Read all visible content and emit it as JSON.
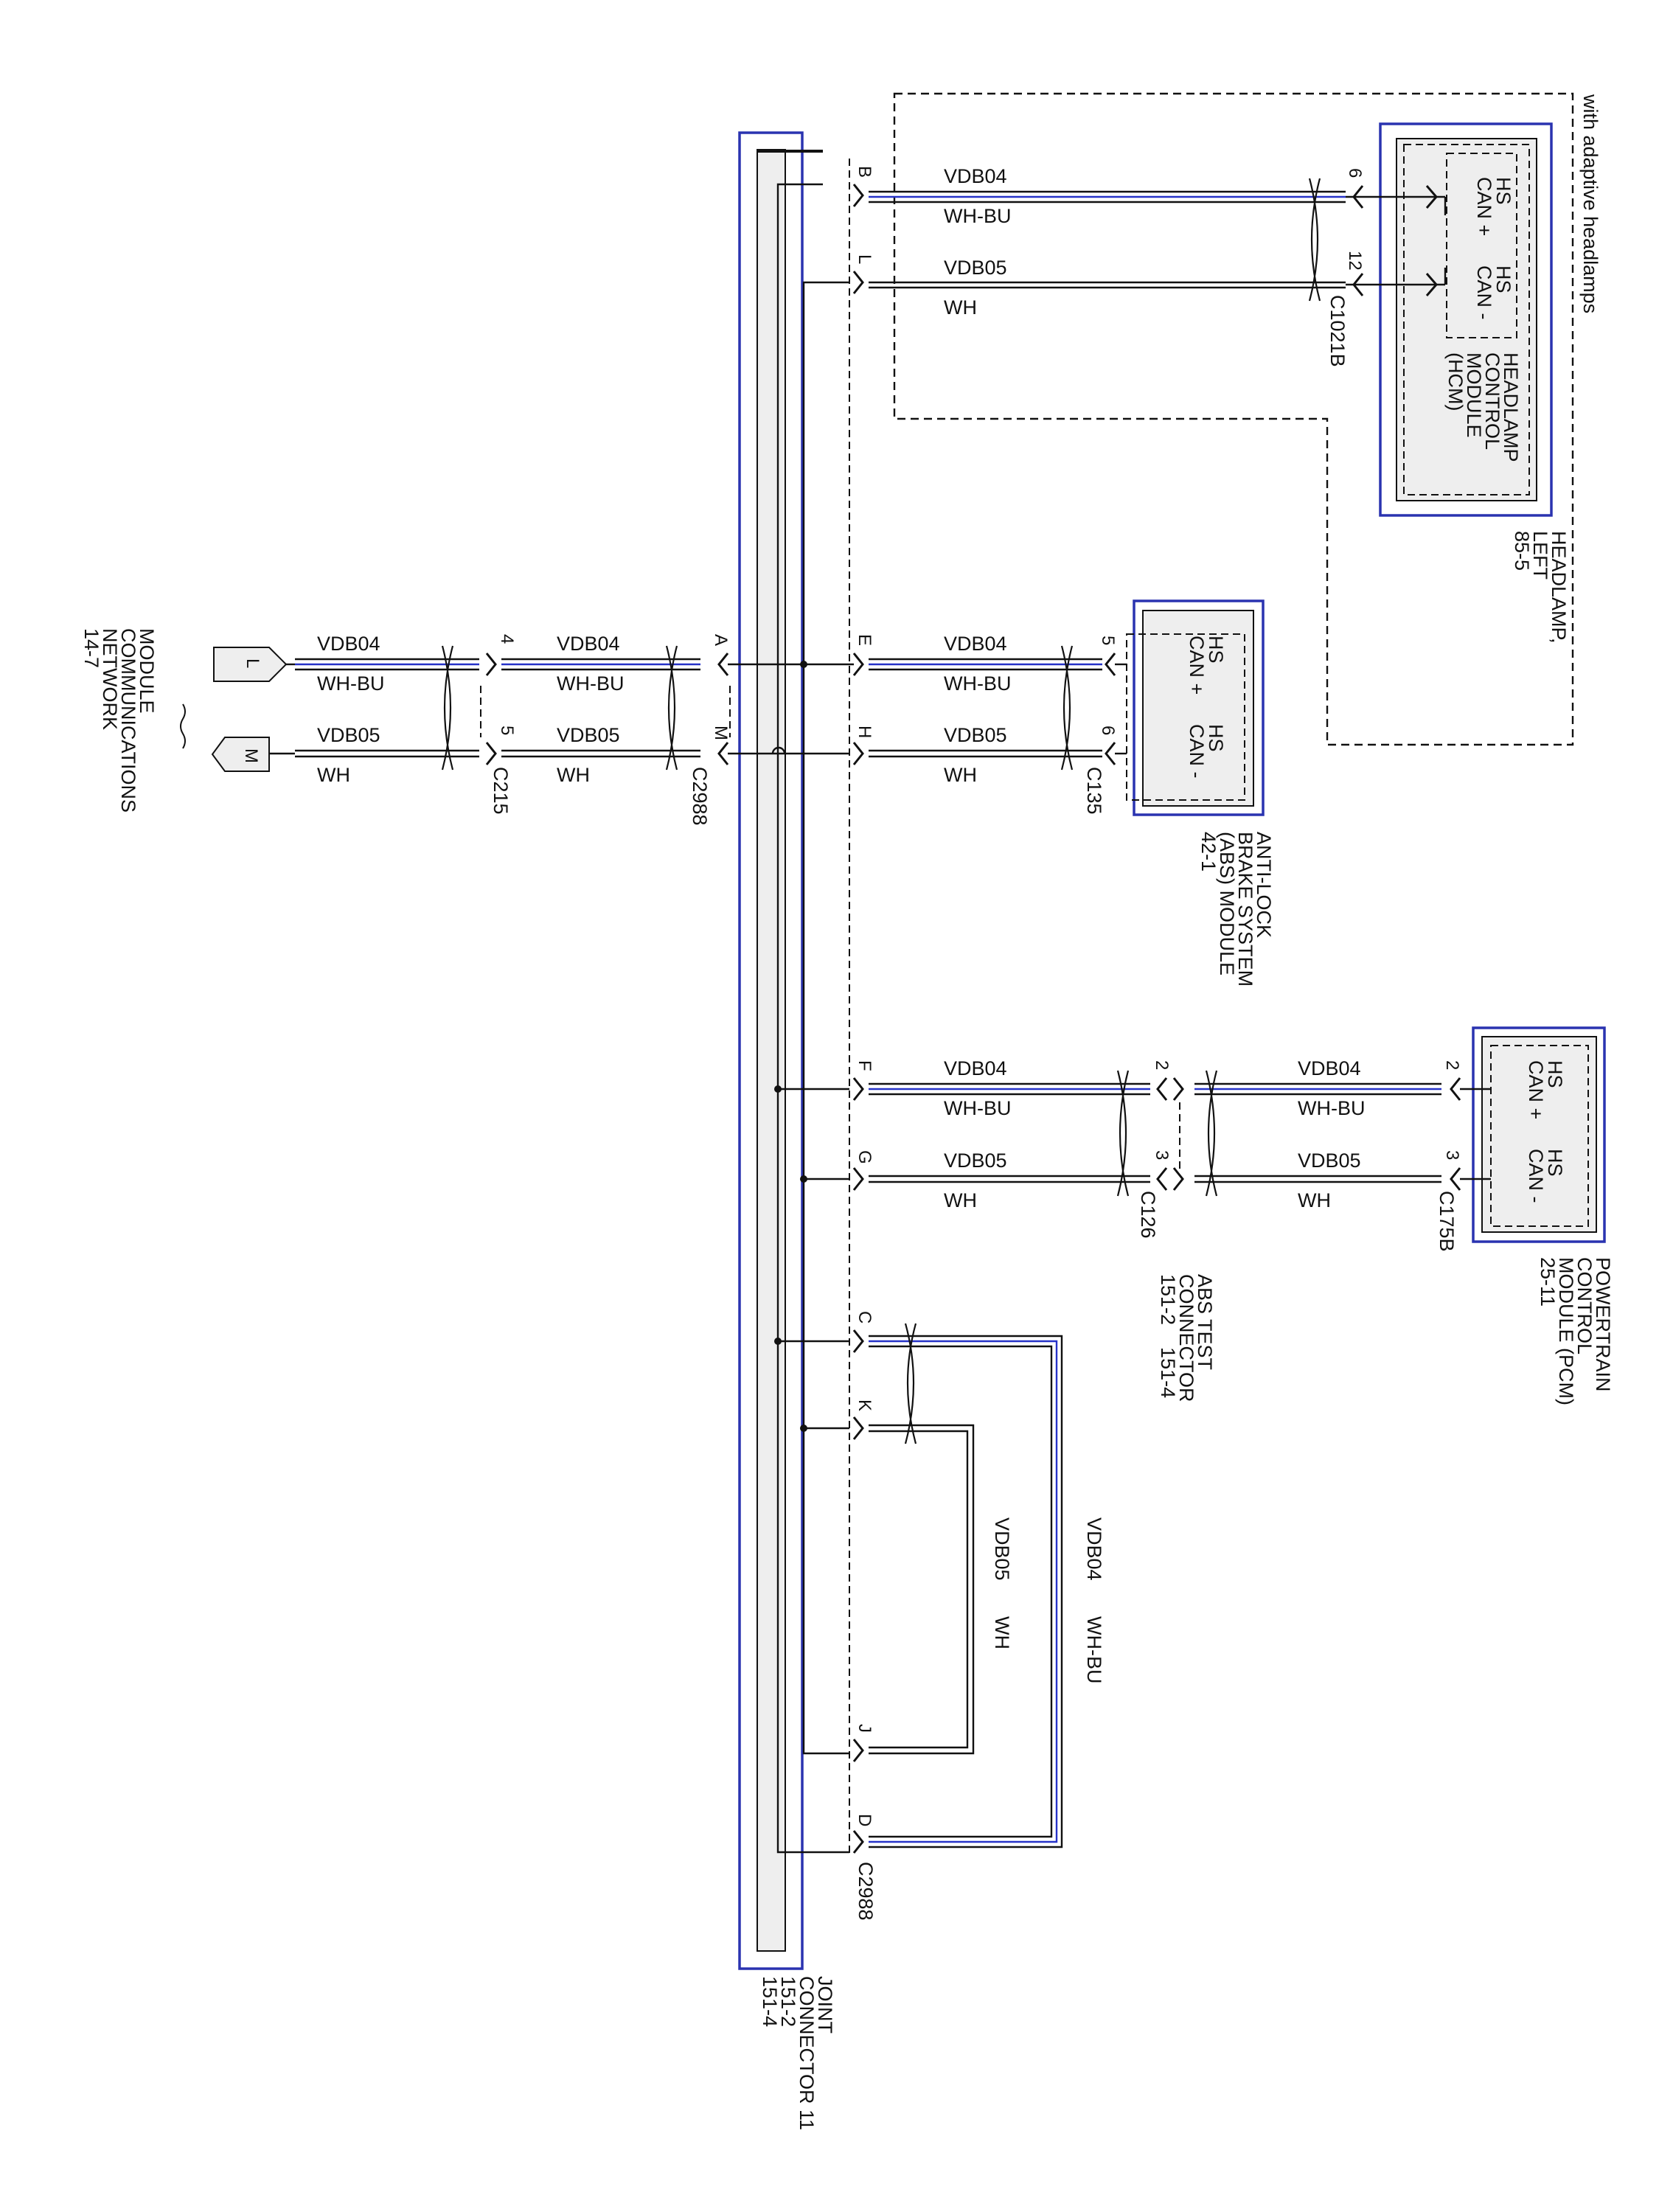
{
  "labels": {
    "adaptive_note": "with adaptive headlamps",
    "hcm_title": [
      "HEADLAMP,",
      "LEFT",
      "85-5"
    ],
    "hcm_module": [
      "HEADLAMP",
      "CONTROL",
      "MODULE",
      "(HCM)"
    ],
    "hs_can_plus": [
      "HS",
      "CAN +"
    ],
    "hs_can_minus": [
      "HS",
      "CAN -"
    ],
    "abs_module": [
      "ANTI-LOCK",
      "BRAKE SYSTEM",
      "(ABS) MODULE",
      "42-1"
    ],
    "pcm_module": [
      "POWERTRAIN",
      "CONTROL",
      "MODULE (PCM)",
      "25-11"
    ],
    "abs_test": [
      "ABS TEST",
      "CONNECTOR",
      "151-2    151-4"
    ],
    "joint_connector": [
      "JOINT",
      "CONNECTOR 11",
      "151-2",
      "151-4"
    ],
    "mcn": [
      "MODULE",
      "COMMUNICATIONS",
      "NETWORK",
      "14-7"
    ]
  },
  "wires": {
    "can_high": "VDB04",
    "can_low": "VDB05",
    "color_high": "WH-BU",
    "color_low": "WH"
  },
  "connectors": {
    "c1021b": "C1021B",
    "c135": "C135",
    "c126": "C126",
    "c175b": "C175B",
    "c215": "C215",
    "c2988": "C2988"
  },
  "pins": {
    "B": "B",
    "L": "L",
    "E": "E",
    "H": "H",
    "F": "F",
    "G": "G",
    "C": "C",
    "K": "K",
    "J": "J",
    "D": "D",
    "A": "A",
    "M": "M",
    "p6": "6",
    "p12": "12",
    "p5": "5",
    "p2": "2",
    "p3": "3",
    "p4": "4"
  },
  "page_refs": {
    "L": "L",
    "M": "M"
  },
  "colors": {
    "shield": "#2a33b0",
    "blue_wire": "#2632c8",
    "box_fill": "#eeeeee"
  }
}
